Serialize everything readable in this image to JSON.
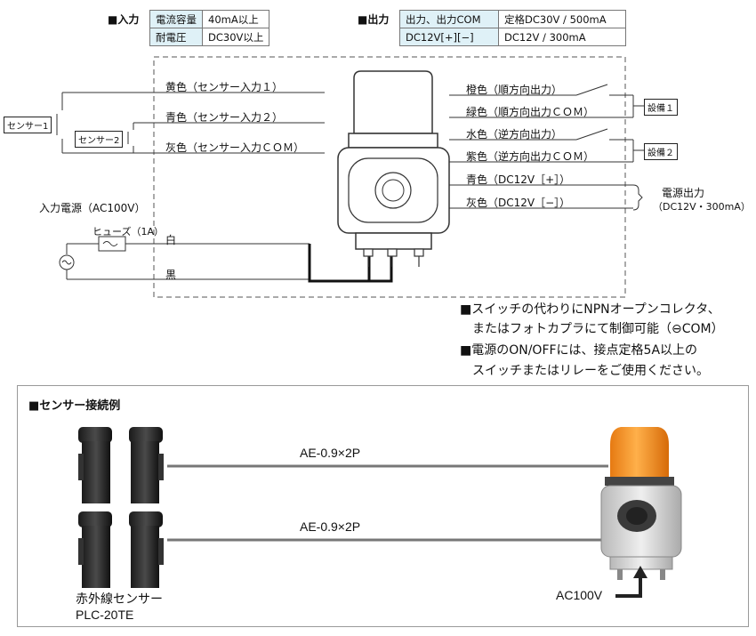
{
  "input": {
    "heading": "■入力",
    "rows": [
      {
        "label": "電流容量",
        "value": "40mA以上"
      },
      {
        "label": "耐電圧",
        "value": "DC30V以上"
      }
    ]
  },
  "output": {
    "heading": "■出力",
    "rows": [
      {
        "label": "出力、出力COM",
        "value": "定格DC30V / 500mA"
      },
      {
        "label": "DC12V[+][−]",
        "value": "DC12V / 300mA"
      }
    ]
  },
  "sensors": {
    "sensor1": "センサー1",
    "sensor2": "センサー2"
  },
  "wires_left": {
    "yellow": "黄色（センサー入力１）",
    "blue": "青色（センサー入力２）",
    "gray": "灰色（センサー入力ＣＯＭ）",
    "power_input": "入力電源（AC100V）",
    "fuse": "ヒューズ（1A）",
    "white": "白",
    "black": "黒"
  },
  "wires_right": {
    "orange": "橙色（順方向出力）",
    "green": "緑色（順方向出力ＣＯＭ）",
    "light_blue": "水色（逆方向出力）",
    "purple": "紫色（逆方向出力ＣＯＭ）",
    "blue_dc": "青色（DC12V［+］）",
    "gray_dc": "灰色（DC12V［−］）",
    "device1": "設備１",
    "device2": "設備２",
    "power_output": "電源出力",
    "power_output_spec": "（DC12V・300mA）"
  },
  "notes": [
    "■スイッチの代わりにNPNオープンコレクタ、",
    "　またはフォトカプラにて制御可能（⊖COM）",
    "■電源のON/OFFには、接点定格5A以上の",
    "　スイッチまたはリレーをご使用ください。"
  ],
  "example": {
    "title": "■センサー接続例",
    "cable1": "AE-0.9×2P",
    "cable2": "AE-0.9×2P",
    "sensor_name": "赤外線センサー",
    "sensor_model": "PLC-20TE",
    "power": "AC100V"
  },
  "colors": {
    "table_key_bg": "#dff1f7",
    "beacon_amber": "#f08a1a",
    "unit_body": "#d7d7d7"
  }
}
